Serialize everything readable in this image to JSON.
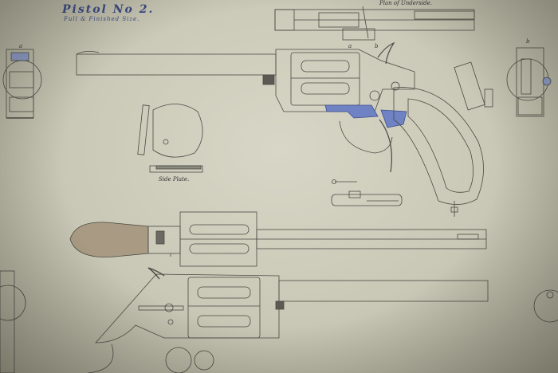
{
  "drawing": {
    "title": "Pistol No 2.",
    "subtitle": "Full & Finished Size.",
    "plan_caption": "Plan of Underside.",
    "side_plate_caption": "Side Plate.",
    "letter_a_left": "a",
    "letter_a_top": "a",
    "letter_b": "b",
    "letter_b_right": "b"
  }
}
